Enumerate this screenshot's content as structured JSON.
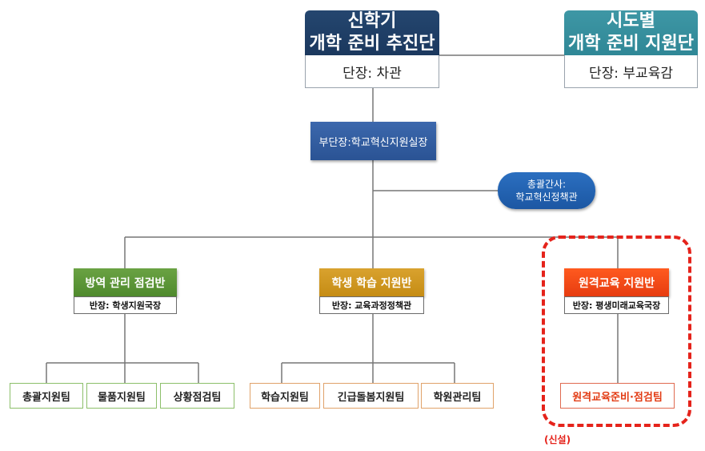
{
  "top_left": {
    "title_line1": "신학기",
    "title_line2": "개학 준비 추진단",
    "leader": "단장: 차관"
  },
  "top_right": {
    "title_line1": "시도별",
    "title_line2": "개학 준비 지원단",
    "leader": "단장: 부교육감"
  },
  "deputy": {
    "label": "부단장:학교혁신지원실장"
  },
  "coordinator": {
    "line1": "총괄간사:",
    "line2": "학교혁신정책관"
  },
  "groups": [
    {
      "name": "방역 관리 점검반",
      "leader": "반장: 학생지원국장",
      "teams": [
        "총괄지원팀",
        "물품지원팀",
        "상황점검팀"
      ]
    },
    {
      "name": "학생 학습 지원반",
      "leader": "반장: 교육과정정책관",
      "teams": [
        "학습지원팀",
        "긴급돌봄지원팀",
        "학원관리팀"
      ]
    },
    {
      "name": "원격교육 지원반",
      "leader": "반장: 평생미래교육국장",
      "teams": [
        "원격교육준비·점검팀"
      ]
    }
  ],
  "new_tag": "(신설)",
  "colors": {
    "navy": "#1f3f68",
    "teal": "#3690a0",
    "deputy_blue": "#2f5b9f",
    "green": "#5c9638",
    "gold": "#cf9620",
    "red_orange": "#f04a18",
    "dash_red": "#e5231b"
  }
}
